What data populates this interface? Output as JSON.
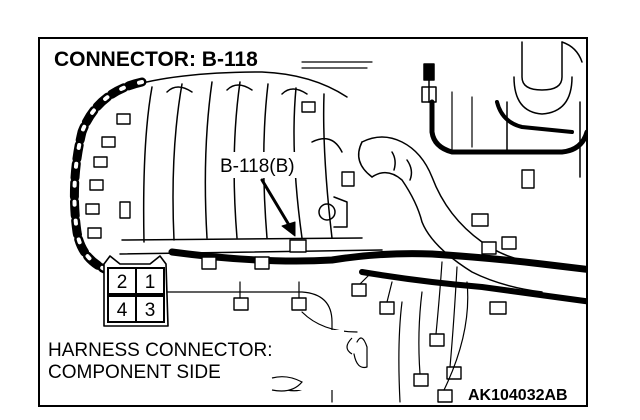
{
  "title": "CONNECTOR: B-118",
  "callout": "B-118(B)",
  "pins": [
    "2",
    "1",
    "4",
    "3"
  ],
  "caption_line1": "HARNESS CONNECTOR:",
  "caption_line2": "COMPONENT SIDE",
  "figure_code": "AK104032AB"
}
